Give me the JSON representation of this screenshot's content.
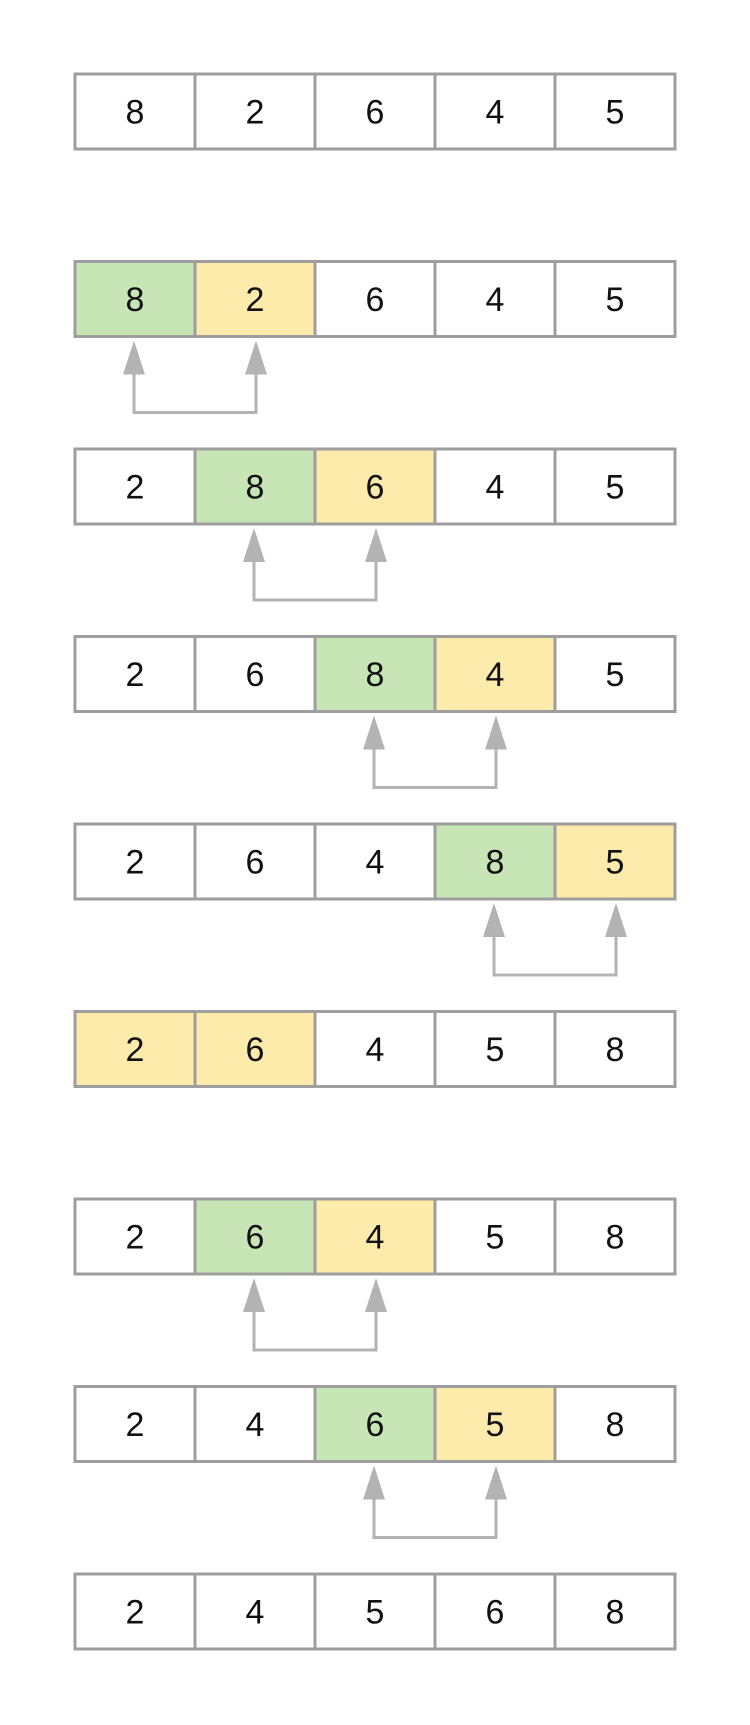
{
  "colors": {
    "border": "#9e9e9e",
    "arrow": "#b3b3b3",
    "green": "#c8e6b5",
    "yellow": "#fdebac",
    "white": "#ffffff"
  },
  "rows": [
    {
      "cells": [
        "8",
        "2",
        "6",
        "4",
        "5"
      ],
      "colors": [
        "white",
        "white",
        "white",
        "white",
        "white"
      ],
      "arrow": null
    },
    {
      "cells": [
        "8",
        "2",
        "6",
        "4",
        "5"
      ],
      "colors": [
        "green",
        "yellow",
        "white",
        "white",
        "white"
      ],
      "arrow": [
        0,
        1
      ]
    },
    {
      "cells": [
        "2",
        "8",
        "6",
        "4",
        "5"
      ],
      "colors": [
        "white",
        "green",
        "yellow",
        "white",
        "white"
      ],
      "arrow": [
        1,
        2
      ]
    },
    {
      "cells": [
        "2",
        "6",
        "8",
        "4",
        "5"
      ],
      "colors": [
        "white",
        "white",
        "green",
        "yellow",
        "white"
      ],
      "arrow": [
        2,
        3
      ]
    },
    {
      "cells": [
        "2",
        "6",
        "4",
        "8",
        "5"
      ],
      "colors": [
        "white",
        "white",
        "white",
        "green",
        "yellow"
      ],
      "arrow": [
        3,
        4
      ]
    },
    {
      "cells": [
        "2",
        "6",
        "4",
        "5",
        "8"
      ],
      "colors": [
        "yellow",
        "yellow",
        "white",
        "white",
        "white"
      ],
      "arrow": null
    },
    {
      "cells": [
        "2",
        "6",
        "4",
        "5",
        "8"
      ],
      "colors": [
        "white",
        "green",
        "yellow",
        "white",
        "white"
      ],
      "arrow": [
        1,
        2
      ]
    },
    {
      "cells": [
        "2",
        "4",
        "6",
        "5",
        "8"
      ],
      "colors": [
        "white",
        "white",
        "green",
        "yellow",
        "white"
      ],
      "arrow": [
        2,
        3
      ]
    },
    {
      "cells": [
        "2",
        "4",
        "5",
        "6",
        "8"
      ],
      "colors": [
        "white",
        "white",
        "white",
        "white",
        "white"
      ],
      "arrow": null
    }
  ]
}
